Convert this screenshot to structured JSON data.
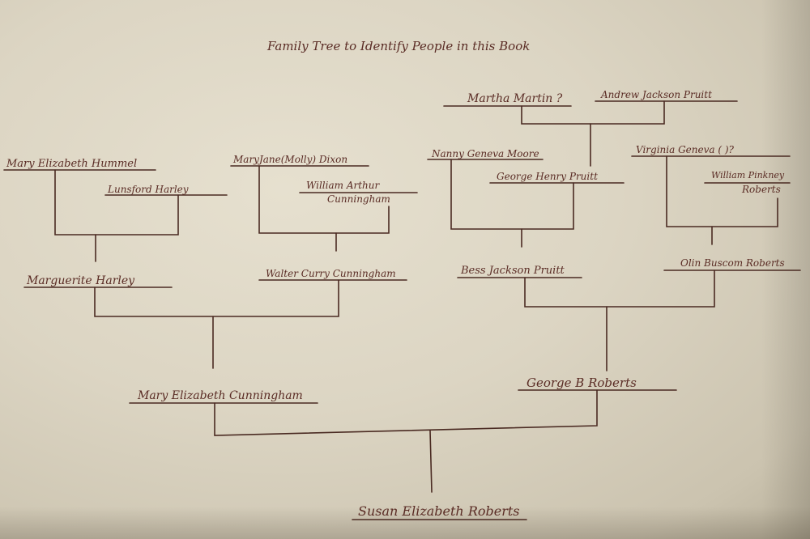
{
  "title": "Family Tree to Identify People in this Book",
  "people": {
    "martha_martin": "Martha Martin ?",
    "andrew_jackson_pruitt": "Andrew Jackson Pruitt",
    "mary_elizabeth_hummel": "Mary Elizabeth Hummel",
    "lunsford_harley": "Lunsford Harley",
    "mary_jane_dixon": "MaryJane(Molly) Dixon",
    "william_arthur_cunningham_1": "William Arthur",
    "william_arthur_cunningham_2": "Cunningham",
    "nanny_geneva_moore": "Nanny Geneva Moore",
    "george_henry_pruitt": "George Henry Pruitt",
    "virginia_geneva": "Virginia Geneva (      )?",
    "william_pinkney_roberts_1": "William Pinkney",
    "william_pinkney_roberts_2": "Roberts",
    "marguerite_harley": "Marguerite Harley",
    "walter_curry_cunningham": "Walter Curry Cunningham",
    "bess_jackson_pruitt": "Bess Jackson Pruitt",
    "olin_buscom_roberts": "Olin Buscom Roberts",
    "mary_elizabeth_cunningham": "Mary Elizabeth Cunningham",
    "george_b_roberts": "George B Roberts",
    "susan_elizabeth_roberts": "Susan Elizabeth Roberts"
  },
  "colors": {
    "ink": "#4a2a22",
    "paper": "#ddd6c4"
  }
}
